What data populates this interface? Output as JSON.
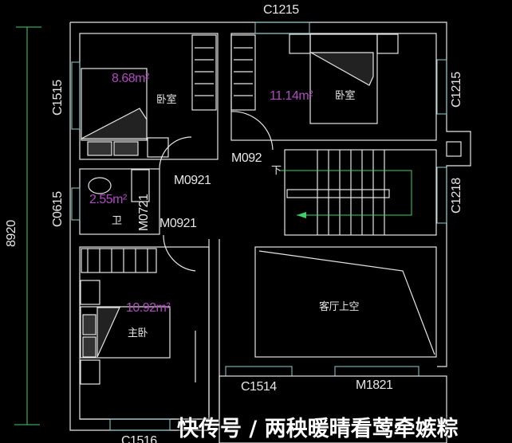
{
  "dimension": {
    "total": "8920"
  },
  "windows": {
    "top": "C1215",
    "left_upper": "C1515",
    "left_lower": "C0615",
    "right_upper": "C1215",
    "right_lower": "C1218",
    "bottom_mid": "C1514",
    "bottom_left": "C1516"
  },
  "doors": {
    "bedroom_small": "M0921",
    "bath": "M0921",
    "bath_inner": "M0721",
    "bedroom_right": "M092",
    "main_entry": "M1821"
  },
  "rooms": {
    "bedroom_left": {
      "area": "8.68m²",
      "name": "卧室"
    },
    "bedroom_right": {
      "area": "11.14m²",
      "name": "卧室"
    },
    "bathroom": {
      "area": "2.55m²",
      "name": "卫"
    },
    "master_bedroom": {
      "area": "10.92m²",
      "name": "主卧"
    },
    "living_void": {
      "name": "客厅上空"
    }
  },
  "stair": {
    "direction": "下"
  },
  "watermark": "快传号 / 两秧暖晴看莺牵嫉粽",
  "colors": {
    "walls": "#e6e6e6",
    "area_text": "#b04ac0",
    "dimension": "#3fd06a",
    "windows": "#8fd0d0",
    "background": "#000000"
  }
}
